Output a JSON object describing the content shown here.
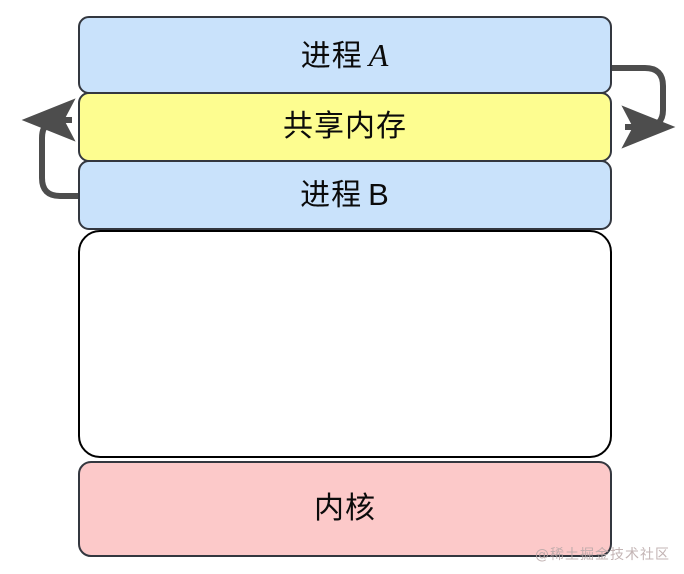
{
  "diagram": {
    "title": "shared-memory-ipc-diagram",
    "colors": {
      "process_fill": "#c9e2fb",
      "shared_memory_fill": "#fdfd90",
      "user_space_fill": "#ffffff",
      "kernel_fill": "#fcc9c9",
      "box_stroke": "#33373f",
      "arrow_stroke": "#4d4d4d",
      "text": "#0b0b0b",
      "watermark": "#b9a8a8"
    },
    "boxes": [
      {
        "id": "process-a",
        "label_cjk": "进程",
        "label_latin": "A",
        "fill": "#c9e2fb"
      },
      {
        "id": "shared-memory",
        "label_cjk": "共享内存",
        "label_latin": "",
        "fill": "#fdfd90"
      },
      {
        "id": "process-b",
        "label_cjk": "进程",
        "label_latin": "B",
        "fill": "#c9e2fb"
      },
      {
        "id": "user-space",
        "label_cjk": "",
        "label_latin": "",
        "fill": "#ffffff"
      },
      {
        "id": "kernel",
        "label_cjk": "内核",
        "label_latin": "",
        "fill": "#fcc9c9"
      }
    ],
    "arrows": [
      {
        "id": "arrow-a-to-shared-memory",
        "from": "process-a",
        "to": "shared-memory",
        "direction": "right-loop-pointing-left"
      },
      {
        "id": "arrow-b-to-shared-memory",
        "from": "process-b",
        "to": "shared-memory",
        "direction": "left-loop-pointing-right"
      }
    ]
  },
  "watermark": {
    "text": "@稀土掘金技术社区"
  }
}
